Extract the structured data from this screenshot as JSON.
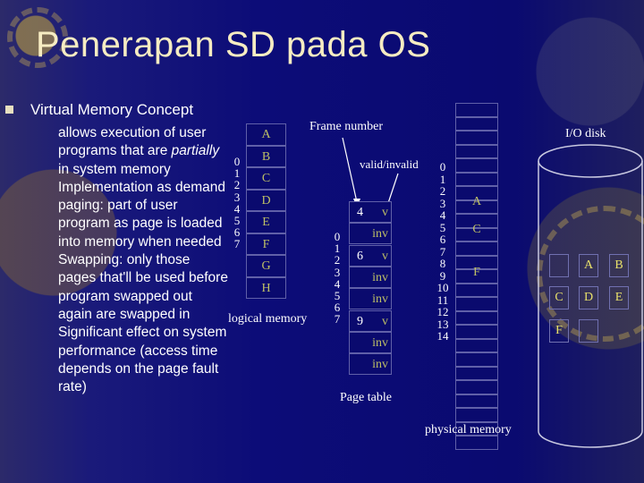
{
  "slide": {
    "title": "Penerapan SD pada OS",
    "bullet": "Virtual Memory Concept",
    "body_lines": [
      {
        "parts": [
          {
            "t": "allows execution of user programs that are ",
            "i": false
          },
          {
            "t": "partially",
            "i": true
          },
          {
            "t": " in system memory",
            "i": false
          }
        ]
      },
      {
        "parts": [
          {
            "t": "Implementation as demand paging: part of user program as page is loaded into memory when needed",
            "i": false
          }
        ]
      },
      {
        "parts": [
          {
            "t": "Swapping: only those pages that'll be used before program swapped out again are swapped in",
            "i": false
          }
        ]
      },
      {
        "parts": [
          {
            "t": "Significant effect on system performance (access time depends on the page fault rate)",
            "i": false
          }
        ]
      }
    ]
  },
  "logical_memory": {
    "label": "logical memory",
    "indices": [
      "0",
      "1",
      "2",
      "3",
      "4",
      "5",
      "6",
      "7"
    ],
    "cells": [
      "A",
      "B",
      "C",
      "D",
      "E",
      "F",
      "G",
      "H"
    ]
  },
  "page_table": {
    "frame_label": "Frame number",
    "valid_label": "valid/invalid",
    "label": "Page table",
    "indices": [
      "0",
      "1",
      "2",
      "3",
      "4",
      "5",
      "6",
      "7"
    ],
    "rows": [
      {
        "frame": "4",
        "bit": "v"
      },
      {
        "frame": "",
        "bit": "inv"
      },
      {
        "frame": "6",
        "bit": "v"
      },
      {
        "frame": "",
        "bit": "inv"
      },
      {
        "frame": "",
        "bit": "inv"
      },
      {
        "frame": "9",
        "bit": "v"
      },
      {
        "frame": "",
        "bit": "inv"
      },
      {
        "frame": "",
        "bit": "inv"
      }
    ]
  },
  "physical_memory": {
    "label": "physical memory",
    "indices": [
      "0",
      "1",
      "2",
      "3",
      "4",
      "5",
      "6",
      "7",
      "8",
      "9",
      "10",
      "11",
      "12",
      "13",
      "14"
    ],
    "contents": [
      {
        "index": 4,
        "value": "A"
      },
      {
        "index": 6,
        "value": "C"
      },
      {
        "index": 9,
        "value": "F"
      }
    ]
  },
  "disk": {
    "label": "I/O disk",
    "cells": [
      "",
      "A",
      "B",
      "C",
      "D",
      "E",
      "F",
      ""
    ]
  },
  "colors": {
    "background": "#0a0a6e",
    "title": "#f6ecc2",
    "cell_text": "#bdbf66",
    "disk_text": "#e8e06a"
  }
}
